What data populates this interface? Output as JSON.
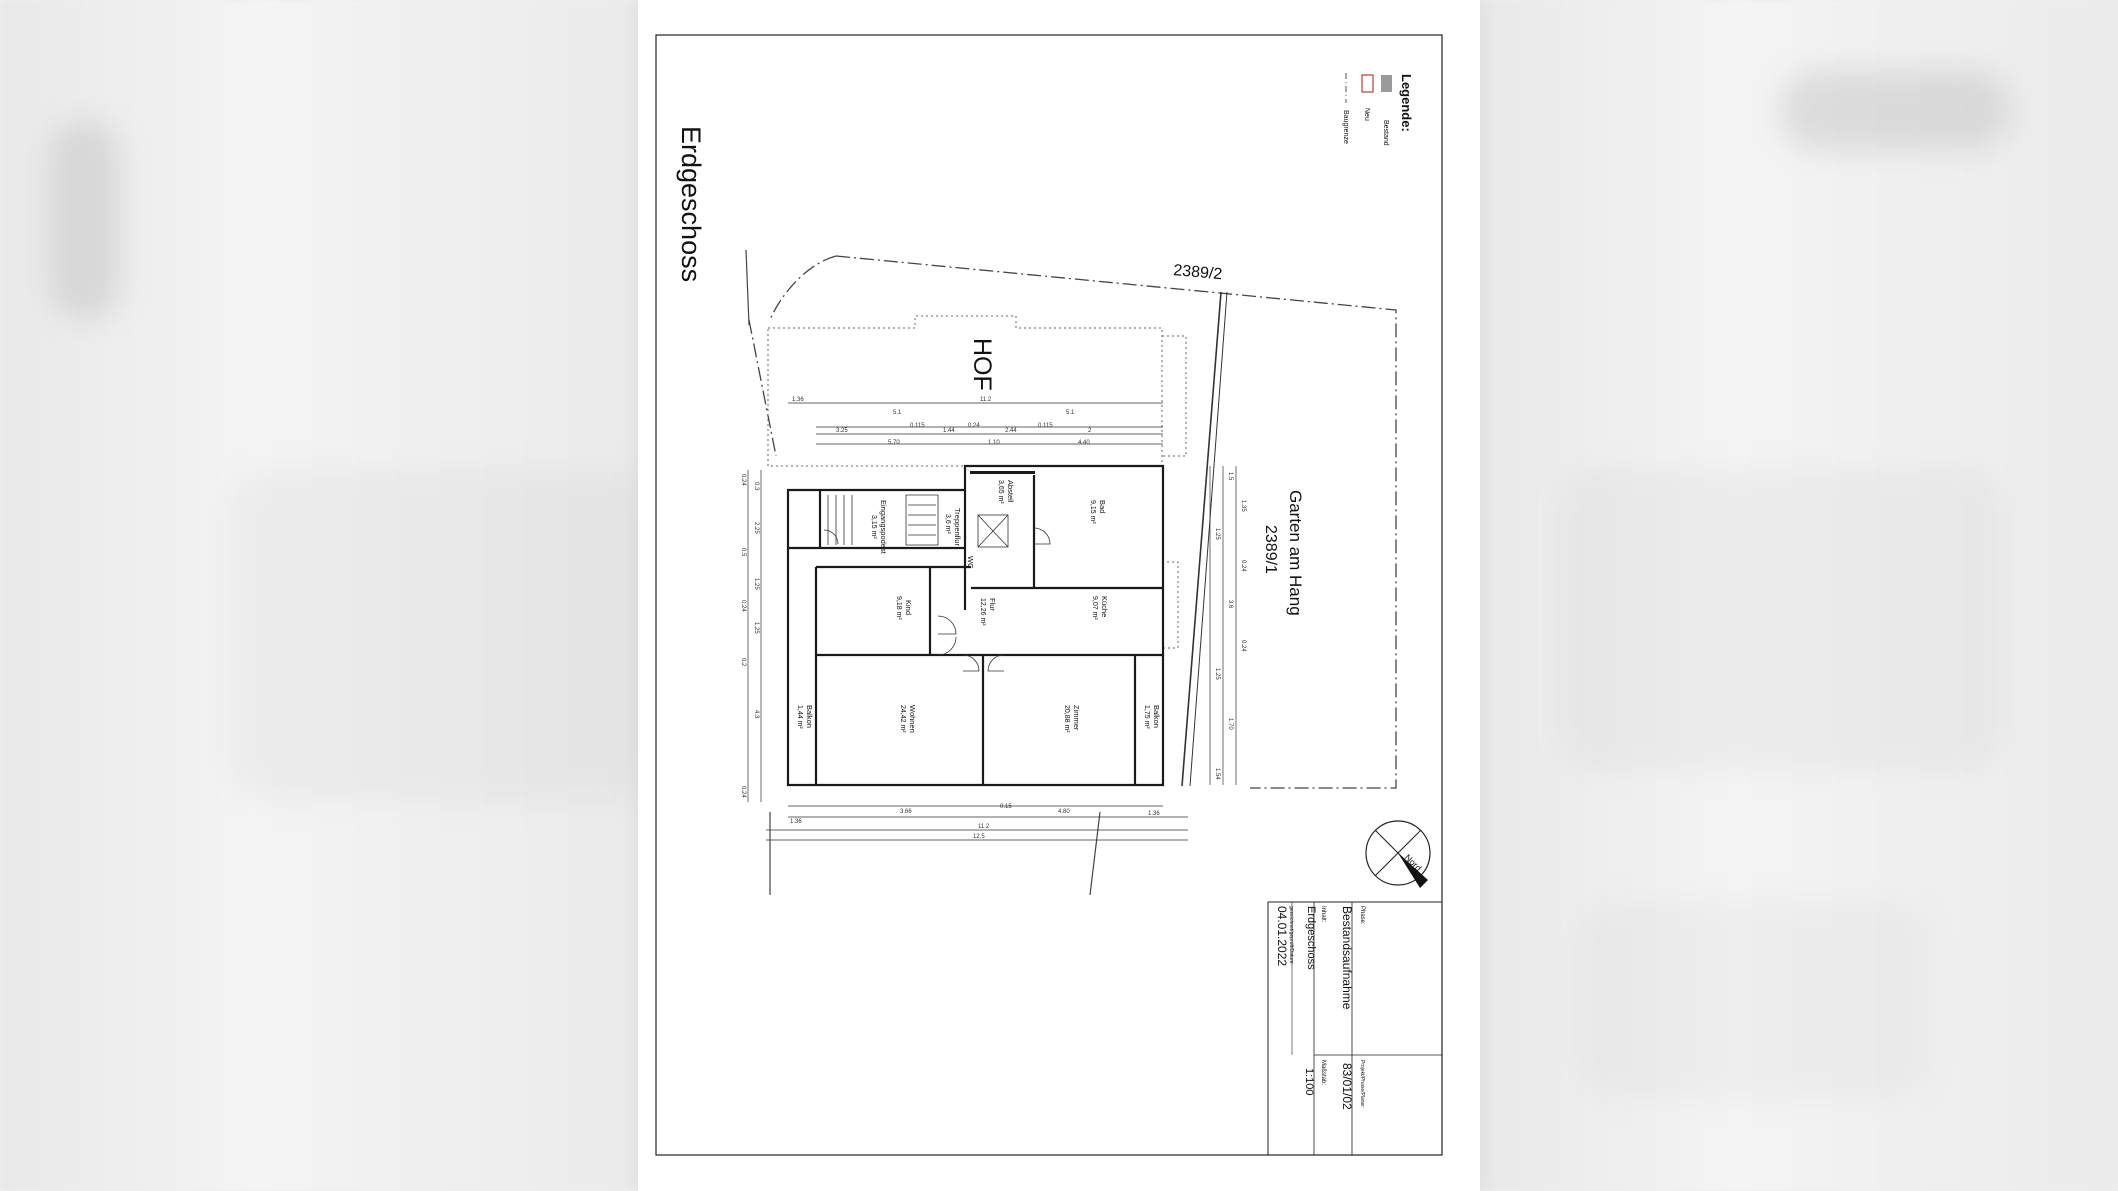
{
  "sheet": {
    "title": "Erdgeschoss",
    "courtyard_label": "HOF",
    "garden_label": "Garten am Hang",
    "parcel_top": "2389/2",
    "parcel_right": "2389/1",
    "north_label": "Nord"
  },
  "legend": {
    "title": "Legende:",
    "items": [
      {
        "label": "Bestand",
        "color": "#9a9a9a"
      },
      {
        "label": "Neu",
        "color": "#c0392b"
      },
      {
        "label": "Baugrenze",
        "color": "#555555"
      }
    ]
  },
  "rooms": [
    {
      "id": "abstell",
      "name": "Abstell",
      "area": "3,65 m²"
    },
    {
      "id": "bad",
      "name": "Bad",
      "area": "9,15 m²"
    },
    {
      "id": "eingang",
      "name": "Eingangspodest",
      "area": "3,15 m²"
    },
    {
      "id": "treppe",
      "name": "Treppenflur",
      "area": "3,6 m²"
    },
    {
      "id": "wc",
      "name": "WC",
      "area": ""
    },
    {
      "id": "flur",
      "name": "Flur",
      "area": "12,26 m²"
    },
    {
      "id": "kind",
      "name": "Kind",
      "area": "9,18 m²"
    },
    {
      "id": "kueche",
      "name": "Küche",
      "area": "9,07 m²"
    },
    {
      "id": "wohnen",
      "name": "Wohnen",
      "area": "24,42 m²"
    },
    {
      "id": "zimmer",
      "name": "Zimmer",
      "area": "20,88 m²"
    },
    {
      "id": "balkon_left",
      "name": "Balkon",
      "area": "1,44 m²"
    },
    {
      "id": "balkon_right",
      "name": "Balkon",
      "area": "1,75 m²"
    }
  ],
  "dimensions": {
    "top_row1": [
      "1.36",
      "11.2"
    ],
    "top_row2": [
      "5.1",
      "5.1"
    ],
    "top_row3": [
      "3.25",
      "0.115",
      "1.44",
      "0.24",
      "2.44",
      "0.115",
      "2"
    ],
    "top_row4": [
      "5.70",
      "1.10",
      "4.40"
    ],
    "bottom_row1": [
      "3.66",
      "0.15",
      "4.80"
    ],
    "bottom_row2": [
      "1.36",
      "11.2",
      "1.36"
    ],
    "bottom_row3": [
      "12.5"
    ],
    "left_col": [
      "0.24",
      "0.3",
      "2.25",
      "0.5",
      "1.25",
      "0.24",
      "1.25",
      "0.2",
      "4.3",
      "0.24"
    ],
    "right_col": [
      "1.5",
      "1.35",
      "1.25",
      "0.24",
      "3.6",
      "0.24",
      "1.25",
      "1.70",
      "1.54"
    ]
  },
  "title_block": {
    "phase_label": "Phase:",
    "phase": "Bestandsaufnahme",
    "project_label": "Projekt/Phase/Planer:",
    "project": "83/01/02",
    "content_label": "Inhalt:",
    "content": "Erdgeschoss",
    "scale_label": "Maßstab:",
    "scale": "1:100",
    "drawn_label": "gezeichnet/geprüft/Datum:",
    "date": "04.01.2022"
  }
}
